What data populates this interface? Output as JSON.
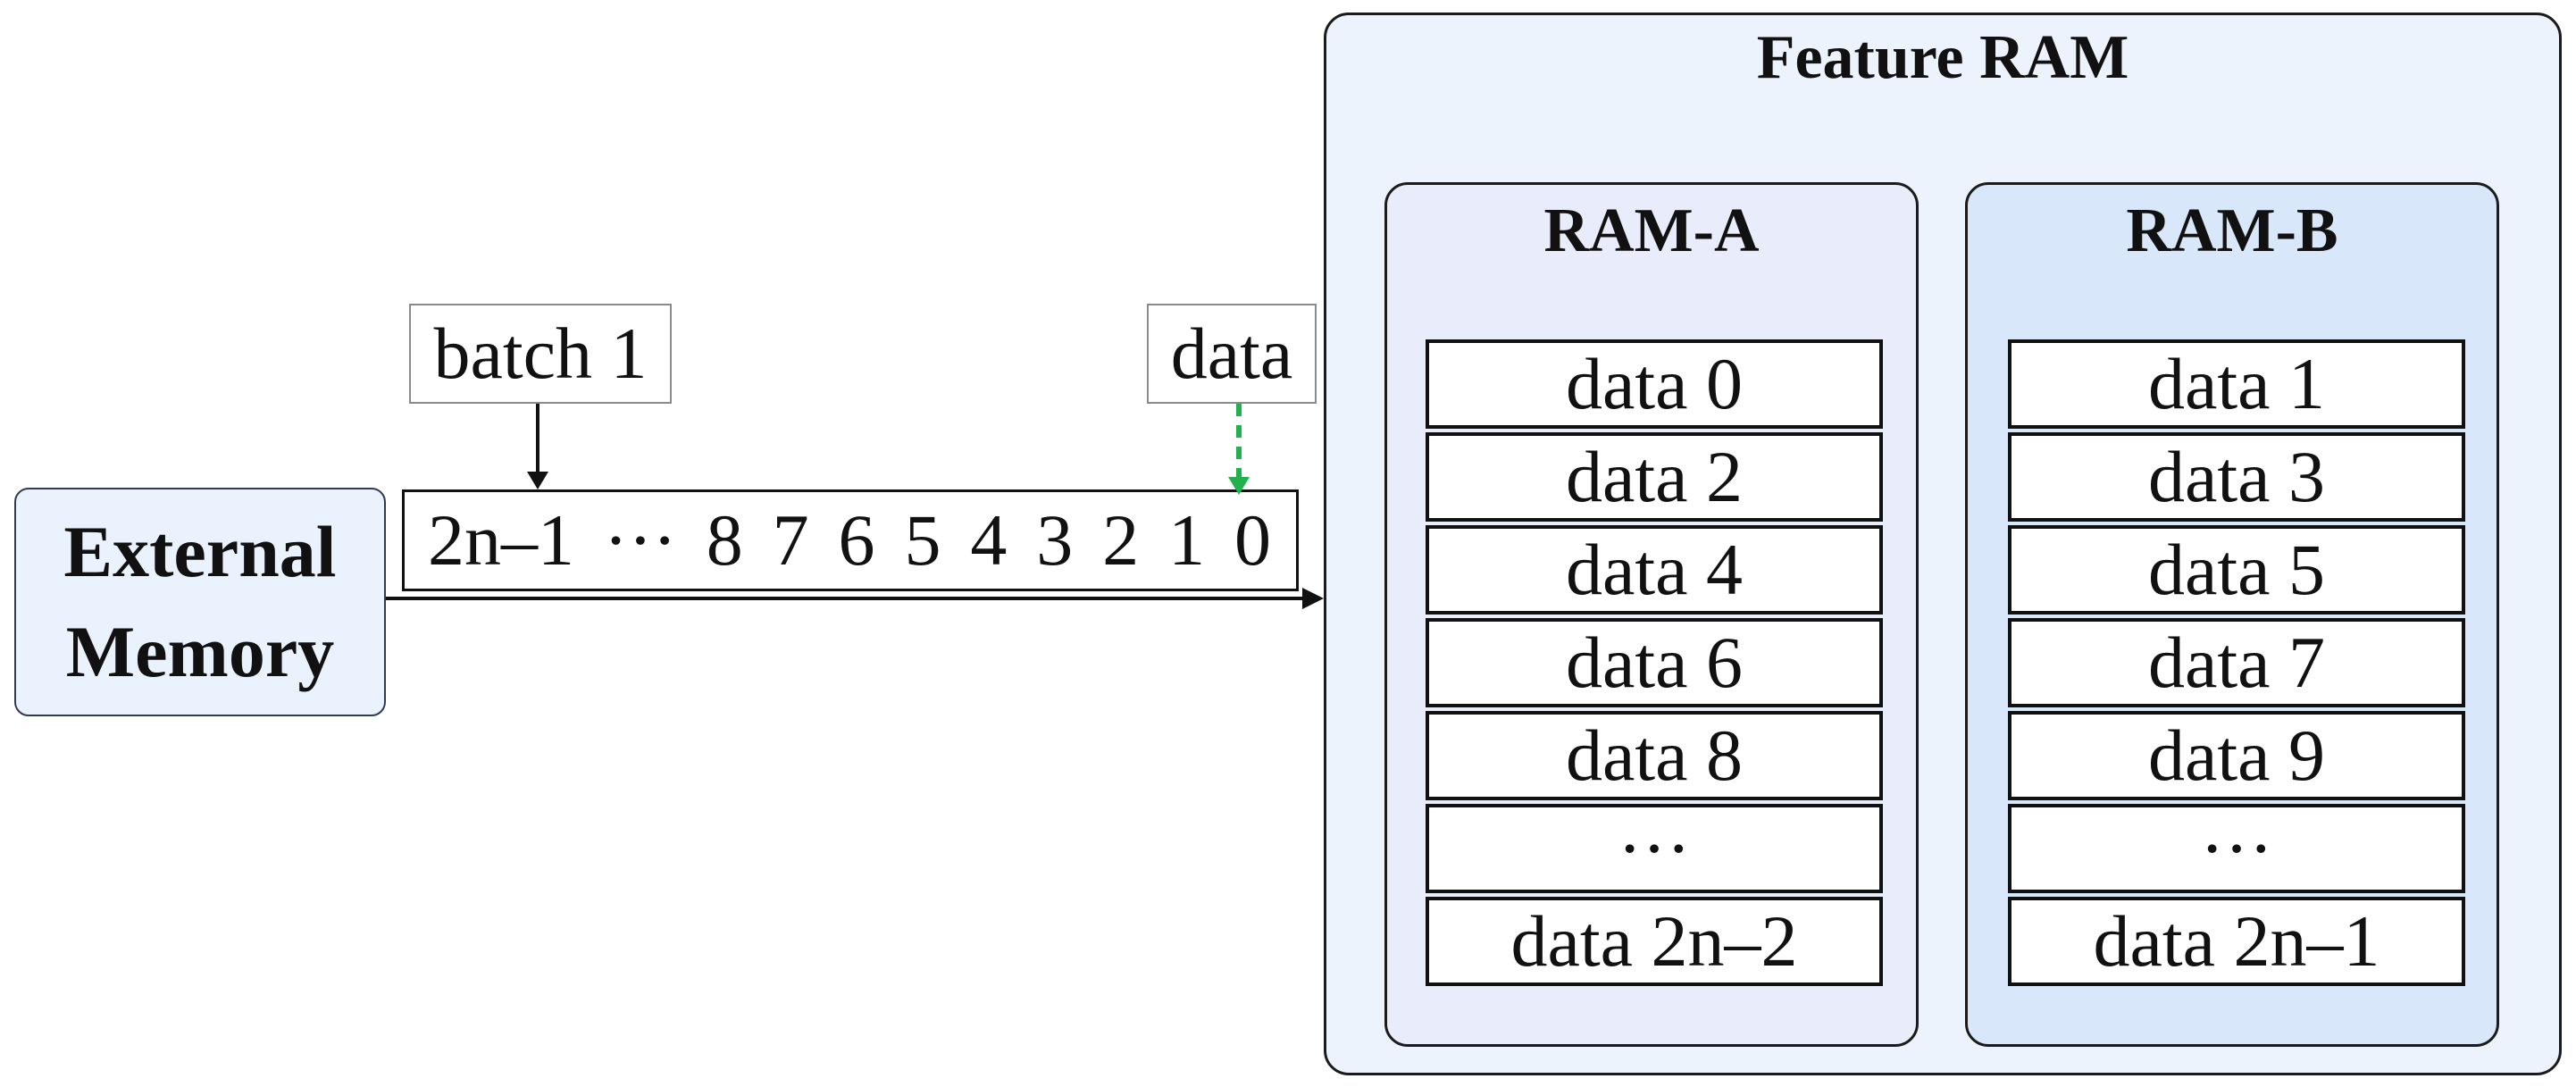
{
  "external_memory": {
    "line1": "External",
    "line2": "Memory"
  },
  "stream": {
    "items": [
      "2n–1",
      "···",
      "8",
      "7",
      "6",
      "5",
      "4",
      "3",
      "2",
      "1",
      "0"
    ]
  },
  "labels": {
    "batch": "batch 1",
    "data": "data"
  },
  "feature_ram": {
    "title": "Feature RAM",
    "ram_a": {
      "title": "RAM-A",
      "cells": [
        "data 0",
        "data 2",
        "data 4",
        "data 6",
        "data 8",
        "···",
        "data 2n–2"
      ]
    },
    "ram_b": {
      "title": "RAM-B",
      "cells": [
        "data 1",
        "data 3",
        "data 5",
        "data 7",
        "data 9",
        "···",
        "data 2n–1"
      ]
    }
  },
  "colors": {
    "external_memory_fill": "#eaf2fd",
    "feature_ram_fill": "#edf3fd",
    "ram_a_fill": "#e8ecfb",
    "ram_b_fill": "#d8e7fa",
    "data_pointer_arrow": "#22b14c"
  }
}
